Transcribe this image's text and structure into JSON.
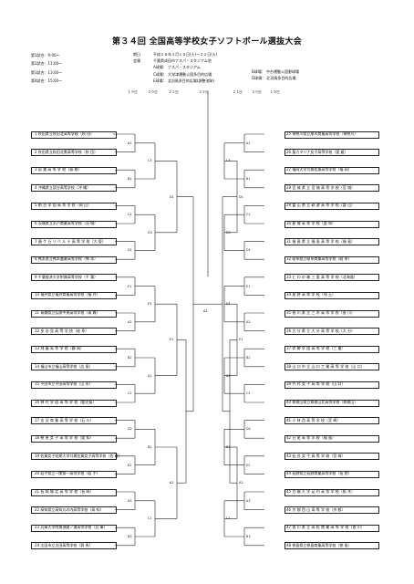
{
  "title": "第３４回 全国高等学校女子ソフトボール選抜大会",
  "schedule": [
    {
      "label": "第1試合：",
      "time": "9:00～"
    },
    {
      "label": "第2試合：",
      "time": "11:00～"
    },
    {
      "label": "第3試合：",
      "time": "13:00～"
    },
    {
      "label": "第4試合：",
      "time": "15:00～"
    }
  ],
  "period_label": "期日",
  "period": "平成２８年３月１９日(土)～２２日(火)",
  "venue_label": "会場",
  "venue_main": "千葉県成田市ナスパ・スタジアム他",
  "venues": [
    {
      "label": "A球場：",
      "name": "ナスパ・スタジアム"
    },
    {
      "label": "C球場：",
      "name": "大栄津運動公園多目的広場"
    },
    {
      "label": "E球場：",
      "name": "北羽鳥多目的広場(調整池跡)"
    }
  ],
  "venues_right": [
    {
      "label": "B球場：",
      "name": "中台運動公園野球場"
    },
    {
      "label": "D球場：",
      "name": "北羽鳥多目的広場"
    }
  ],
  "rounds": {
    "r1": "１９日",
    "r2": "２０日",
    "r3": "２１日",
    "final": "２２日"
  },
  "left_teams": [
    "1 秋田県立秋田北高等学校（秋 田）",
    "2 秋田県立秋田北鷹高等学校（秋 田）",
    "3 岩 美 高 等 学 校（鳥 取）",
    "4 沖縄県立読谷高等学校（沖 縄）",
    "5 創 志 学 園 高 等 学 校（岡 山）",
    "6 茨城県立水戸商業高等学校（茨 城）",
    "7 唐 ケ 丘 リ ベ ル テ 高 等 学 校（大 阪）",
    "8 熊本県立熊本農業高等学校（熊 本）",
    "9 千葉経済大学附属高等学校（千 葉）",
    "10 福井県立福井商業高等学校（福 井）",
    "11 青森県立弘前中央高等学校（青 森）",
    "12 多 治 見 高 等 学 校（岐 阜）",
    "13 飛 龍 高 等 学 校（静 岡）",
    "14 福山市立福山高等学校（広 島）",
    "15 平田市立平田高等学校（山 形）",
    "16 神 村 学 園 高 等 学 校（鹿児島）",
    "17 金 沢 商 業 高 等 学 校（石 川）",
    "18 慈 恵 女 子 高 等 学 校（愛 知）",
    "19 佐賀女子短期大学付属佐賀女子高等学校（佐 賀）",
    "20 岩手県立一関第一高等学校（岩 手）",
    "21 長 崎 城 北 高 等 学 校（長 崎）",
    "22 高知県立高知丸の内高等学校（高 知）",
    "23 兵庫大学附属須磨ノ浦高等学校（兵 庫）",
    "24 太田市立太田高等学校（群 馬）"
  ],
  "right_teams": [
    "25 神奈川県立厚木商業高等学校（神奈川）",
    "26 聖カタリナ女子高等学校（愛 媛）",
    "27 福岡大学付属若葉高等学校（福 岡）",
    "28 宮 城 県 立 宮 城 高 等 学 校（宮 城）",
    "29 富 山 県 立 砺 波 高 等 学 校（富 山）",
    "30 星 城 高 等 学 校（愛 知）",
    "31 福 島 県 立 福 島 高 等 学 校（福 島）",
    "32 岐阜県立岐阜商業高等学校（岐 阜）",
    "33 と わ の 森 三 愛 高 等 学 校（北海道）",
    "34 星 野 高 等 学 校（埼 玉）",
    "35 香 川 県 立 三 木 高 等 学 校（香 川）",
    "36 大 分 県 立 大 分 高 等 学 校（大 分）",
    "37 伊 勢 学 園 高 等 学 校（三 重）",
    "38 山 口 市 立 山 口 工 業 高 等 学 校（山 口）",
    "39 竹 村 女 子 高 等 学 校（山 口）",
    "40 和歌山県立和歌山北高等学校（和歌山）",
    "41 小 林 西 高 等 学 校（宮 崎）",
    "42 日 尾 高 等 学 校（福 島）",
    "43 仙 台 女 子 高 等 学 校（宮 城）",
    "44 長野県立長野商業高等学校（長 野）",
    "45 白 鷗 大 学 足 利 高 等 学 校（栃 木）",
    "46 京 都 西 山 高 等 学 校（京 都）",
    "47 香 川 県 立 高 松 商 業 高 等 学 校（香 川）",
    "48 徳島県立徳島商業高等学校（徳 島）"
  ],
  "left_labels": [
    "A1",
    "B1",
    "C1",
    "D1",
    "E1",
    "A2",
    "B2",
    "C2",
    "D2",
    "E2",
    "A3",
    "B3",
    "C3",
    "D3",
    "E3"
  ],
  "right_labels": [
    "A1",
    "B1",
    "C1",
    "D1",
    "E1",
    "A2",
    "B2",
    "C2",
    "D2",
    "E2",
    "A3",
    "B3",
    "C3",
    "D3",
    "E3"
  ],
  "final_label": "A2"
}
